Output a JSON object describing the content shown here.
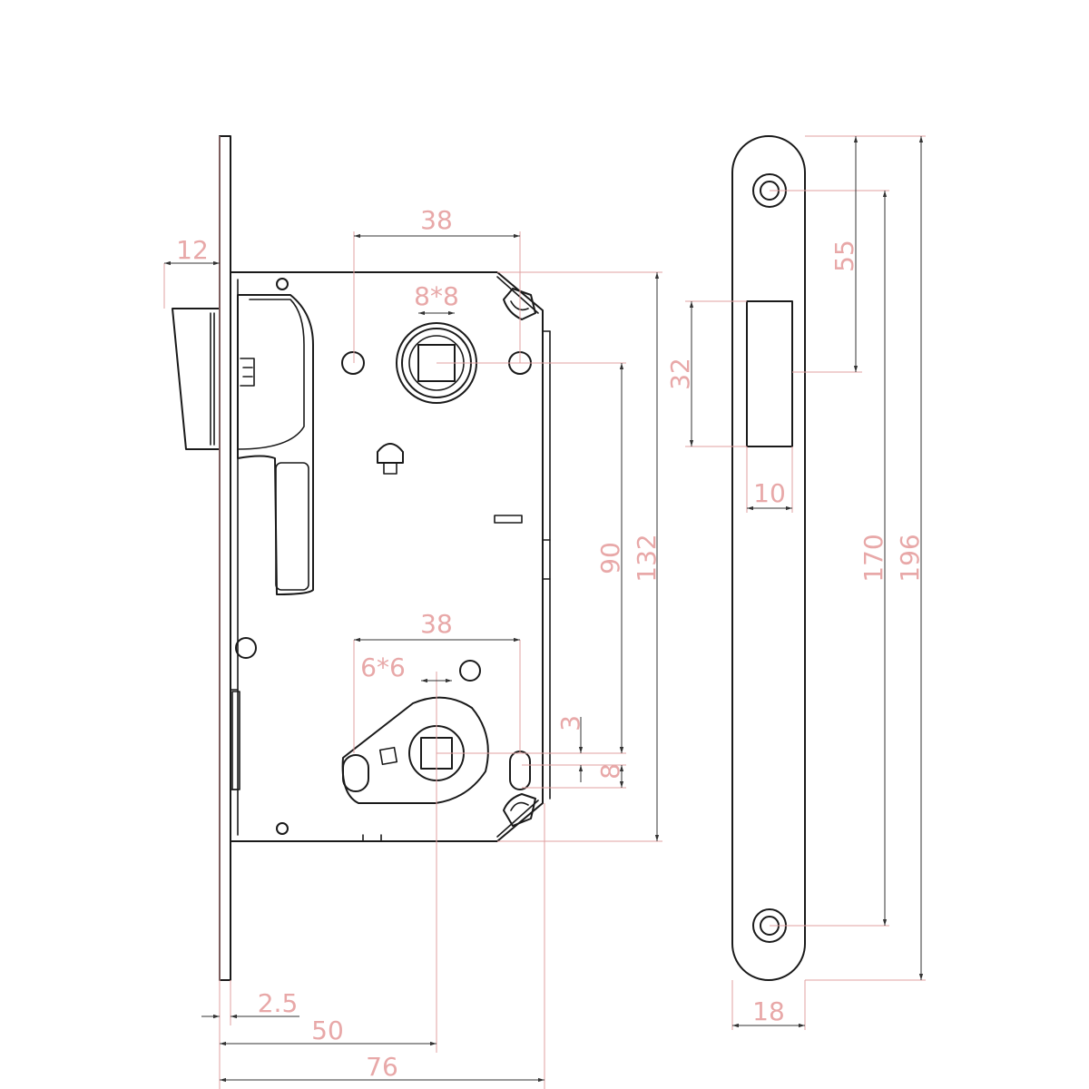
{
  "dimensions": {
    "latch_projection": "12",
    "handle_spacing": "38",
    "handle_square": "8*8",
    "turn_spacing": "38",
    "turn_square": "6*6",
    "offset_3": "3",
    "offset_8": "8",
    "center_distance": "90",
    "case_height": "132",
    "faceplate_thickness": "2.5",
    "backset": "50",
    "case_depth": "76",
    "strike_hole_offset": "55",
    "strike_slot_height": "32",
    "strike_slot_width": "10",
    "strike_hole_spacing": "170",
    "strike_height": "196",
    "strike_width": "18"
  },
  "colors": {
    "outline": "#1a1a1a",
    "dimension_text": "#e8a8a8",
    "extension_line": "#e0a0a0"
  }
}
